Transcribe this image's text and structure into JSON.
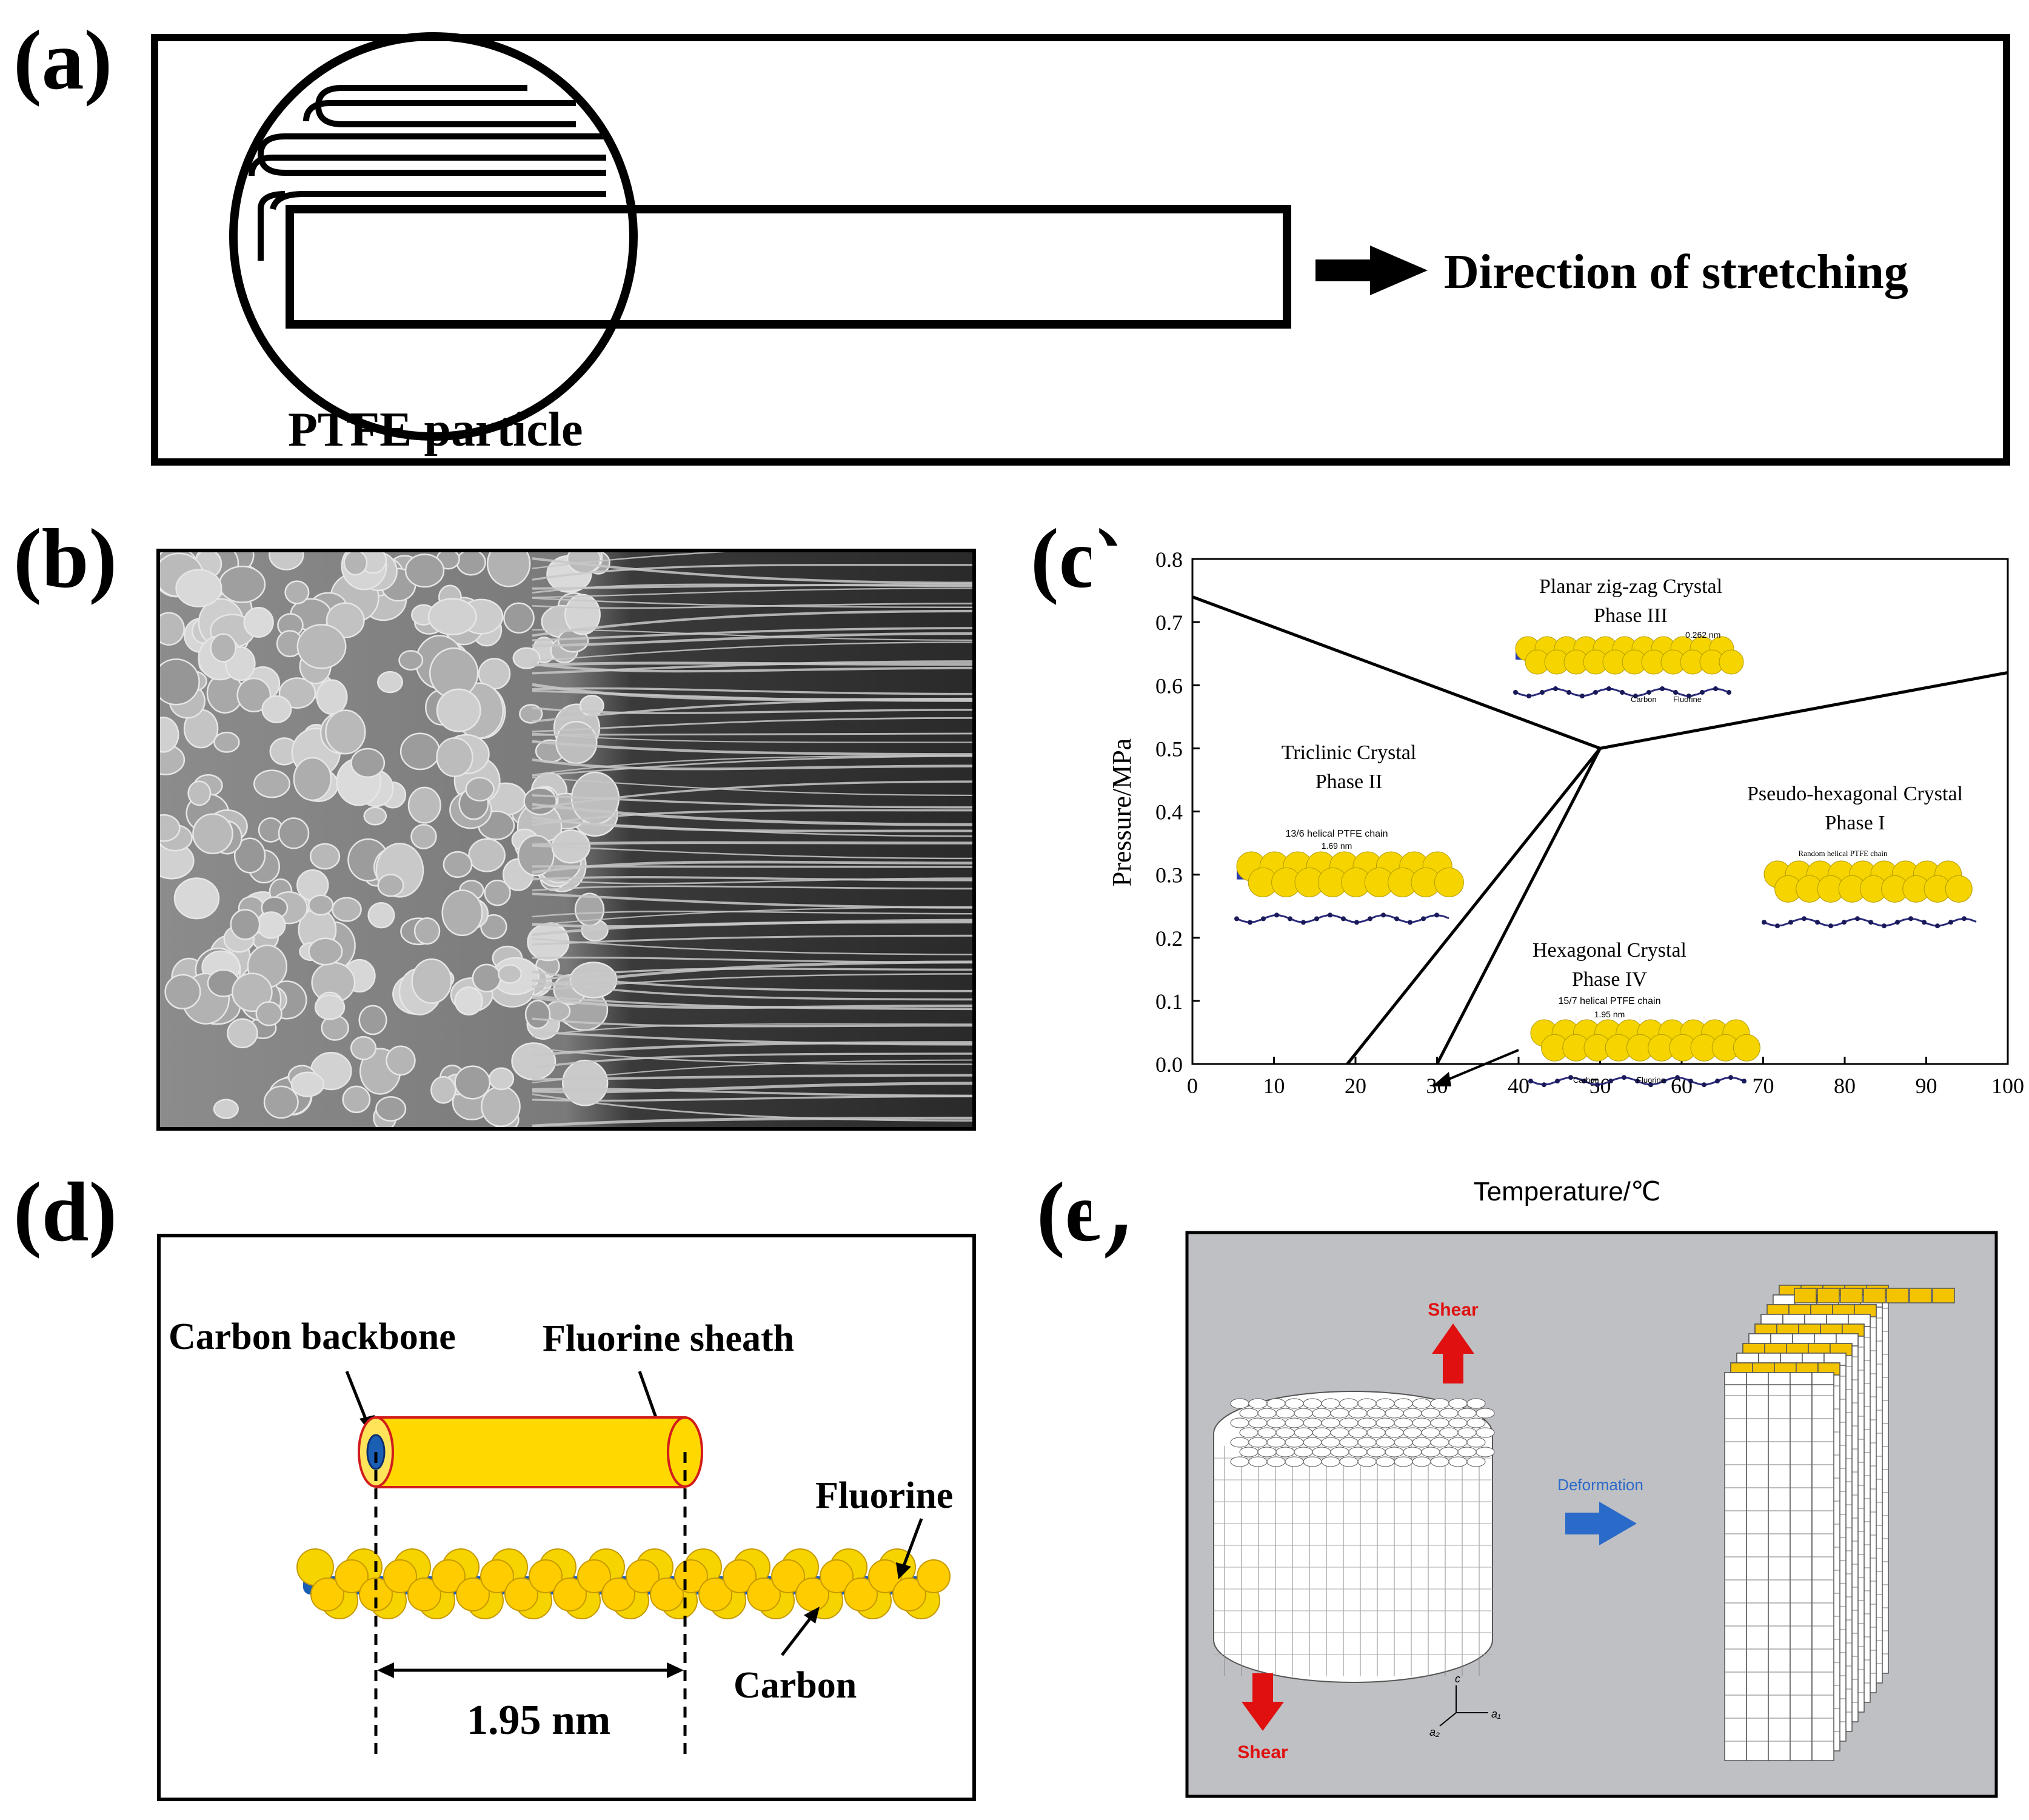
{
  "panels": {
    "a": {
      "label": "(a)",
      "particle_label": "PTFE particle",
      "direction_label": "Direction of stretching"
    },
    "b": {
      "label": "(b)"
    },
    "c": {
      "label": "(c)",
      "phase_iii": {
        "line1": "Planar zig-zag Crystal",
        "line2": "Phase III",
        "dim": "0.262 nm",
        "carbon": "Carbon",
        "fluorine": "Fluorine"
      },
      "phase_ii": {
        "line1": "Triclinic Crystal",
        "line2": "Phase II",
        "chain": "13/6 helical PTFE chain",
        "dim": "1.69 nm"
      },
      "phase_i": {
        "line1": "Pseudo-hexagonal Crystal",
        "line2": "Phase I",
        "chain": "Random helical PTFE chain"
      },
      "phase_iv": {
        "line1": "Hexagonal Crystal",
        "line2": "Phase IV",
        "chain": "15/7 helical PTFE chain",
        "dim": "1.95 nm",
        "carbon": "Carbon",
        "fluorine": "Fluorine"
      }
    },
    "d": {
      "label": "(d)",
      "carbon_backbone": "Carbon backbone",
      "fluorine_sheath": "Fluorine sheath",
      "fluorine": "Fluorine",
      "carbon": "Carbon",
      "length": "1.95 nm"
    },
    "e": {
      "label": "(e)",
      "shear_top": "Shear",
      "shear_bottom": "Shear",
      "deformation": "Deformation",
      "axis_c": "c",
      "axis_a1": "a₁",
      "axis_a2": "a₂"
    }
  },
  "chart_data": {
    "type": "line",
    "xlabel": "Temperature/℃",
    "ylabel": "Pressure/MPa",
    "xlim": [
      0,
      100
    ],
    "ylim": [
      0.0,
      0.8
    ],
    "xticks": [
      0,
      10,
      20,
      30,
      40,
      50,
      60,
      70,
      80,
      90,
      100
    ],
    "yticks": [
      0.0,
      0.1,
      0.2,
      0.3,
      0.4,
      0.5,
      0.6,
      0.7,
      0.8
    ],
    "series": [
      {
        "x": [
          0,
          50
        ],
        "y": [
          0.74,
          0.5
        ]
      },
      {
        "x": [
          50,
          100
        ],
        "y": [
          0.5,
          0.62
        ]
      },
      {
        "x": [
          19,
          50
        ],
        "y": [
          0.0,
          0.5
        ]
      },
      {
        "x": [
          30,
          50
        ],
        "y": [
          0.0,
          0.5
        ]
      }
    ],
    "grid": false
  },
  "colors": {
    "fluorine": "#f5d400",
    "sheath": "#ffd800",
    "carbon": "#1b5fb5",
    "crystal_blue": "#2a3cb0",
    "shear_red": "#e01010",
    "deform_blue": "#2a6ac8",
    "panel_e_bg": "#bfc0c4"
  }
}
